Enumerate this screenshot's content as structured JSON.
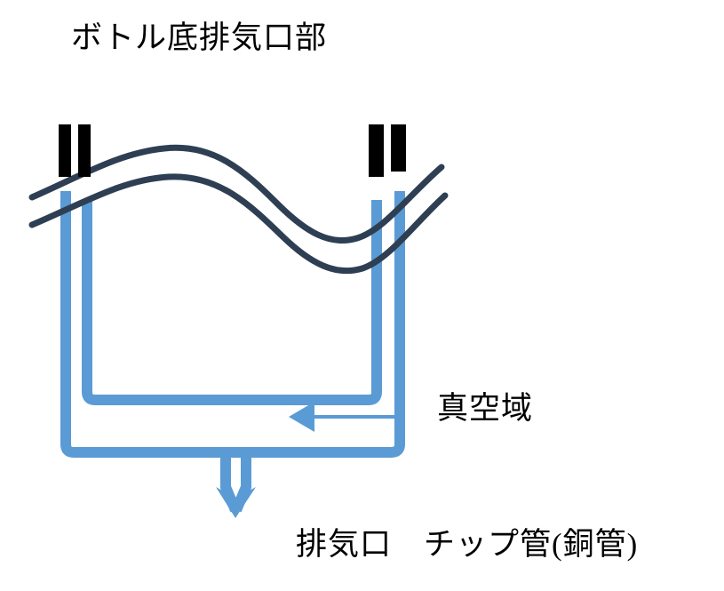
{
  "figure": {
    "title": "ボトル底排気口部",
    "labels": {
      "vacuum_region": "真空域",
      "exhaust_tip_tube": "排気口　チップ管(銅管)"
    }
  },
  "colors": {
    "tube_blue": "#5B9BD5",
    "wave_navy": "#2E3F53",
    "electrode_black": "#000000",
    "background": "#FFFFFF",
    "text": "#000000"
  },
  "elements": {
    "glass_wall_waves": "two parallel sinusoidal curves representing the bottle bottom glass wall",
    "electrodes": "four vertical black bars, two on the left, two on the right",
    "vacuum_arrow": "leftward arrow inside the vacuum region",
    "exhaust_arrow": "downward arrow at the exhaust port forming the tip tube"
  }
}
